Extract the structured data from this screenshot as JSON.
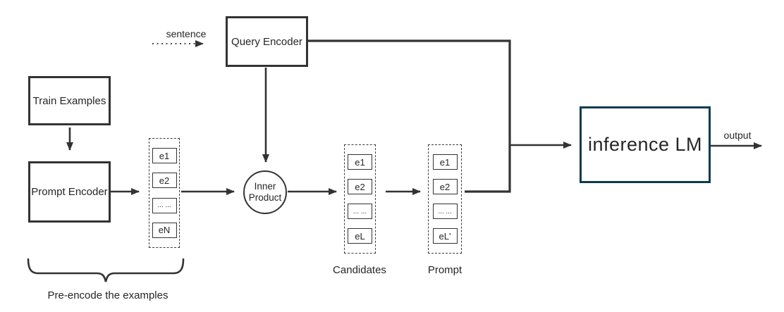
{
  "diagram": {
    "boxes": {
      "train_examples": "Train Examples",
      "prompt_encoder": "Prompt Encoder",
      "query_encoder": "Query Encoder",
      "inner_product": "Inner Product",
      "inference_lm": "inference LM"
    },
    "labels": {
      "sentence": "sentence",
      "output": "output",
      "candidates": "Candidates",
      "prompt": "Prompt",
      "pre_encode": "Pre-encode the examples"
    },
    "lists": {
      "encoded": [
        "e1",
        "e2",
        "... ...",
        "eN"
      ],
      "candidates": [
        "e1",
        "e2",
        "... ...",
        "eL"
      ],
      "prompt": [
        "e1",
        "e2",
        "... ...",
        "eL'"
      ]
    },
    "colors": {
      "line": "#333333",
      "text": "#262626",
      "inference_lm_border": "#0e3a4e",
      "background": "#ffffff"
    }
  }
}
